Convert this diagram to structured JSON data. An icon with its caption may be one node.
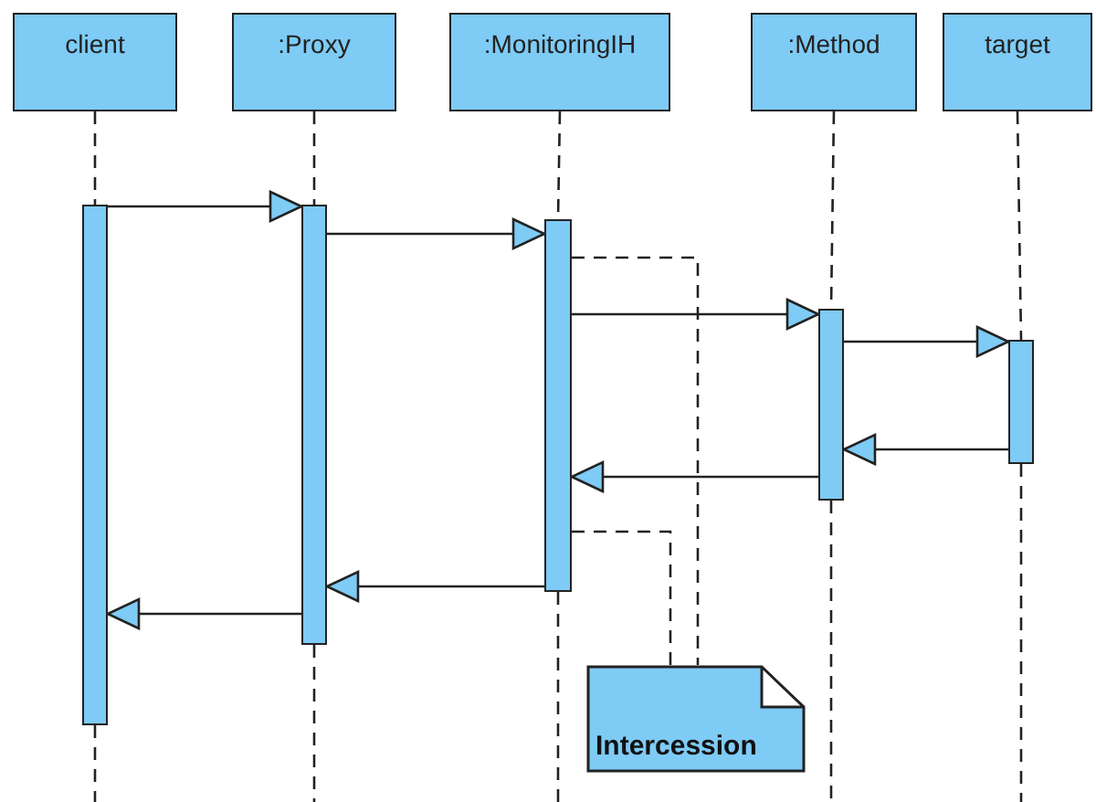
{
  "diagram": {
    "nodes": [
      {
        "text": [
          "client"
        ]
      },
      {
        "text": [
          ":Proxy"
        ]
      },
      {
        "text": [
          ":MonitoringIH"
        ]
      },
      {
        "text": [
          ":Method"
        ]
      },
      {
        "text": [
          "target"
        ]
      },
      {
        "text": [],
        "shape": "bar"
      },
      {
        "text": [],
        "shape": "bar"
      },
      {
        "text": [],
        "shape": "bar"
      },
      {
        "text": [],
        "shape": "bar"
      },
      {
        "text": [],
        "shape": "bar"
      },
      {
        "text": [
          "Intercession"
        ]
      }
    ],
    "edges": [
      {
        "from": 0,
        "to": 5,
        "arrow": "none",
        "style": "dashed"
      },
      {
        "from": 1,
        "to": 6,
        "arrow": "none",
        "style": "dashed"
      },
      {
        "from": 2,
        "to": 7,
        "arrow": "none",
        "style": "dashed"
      },
      {
        "from": 3,
        "to": 8,
        "arrow": "none",
        "style": "dashed"
      },
      {
        "from": 4,
        "to": 9,
        "arrow": "none",
        "style": "dashed"
      },
      {
        "from": 5,
        "to": 6,
        "arrow": "to"
      },
      {
        "from": 6,
        "to": 7,
        "arrow": "to"
      },
      {
        "from": 7,
        "to": 8,
        "arrow": "to"
      },
      {
        "from": 8,
        "to": 9,
        "arrow": "to"
      },
      {
        "from": 9,
        "to": 8,
        "arrow": "to"
      },
      {
        "from": 8,
        "to": 7,
        "arrow": "to"
      },
      {
        "from": 7,
        "to": 6,
        "arrow": "to"
      },
      {
        "from": 6,
        "to": 5,
        "arrow": "to"
      },
      {
        "from": 7,
        "to": 10,
        "arrow": "none",
        "style": "dashed"
      },
      {
        "from": 7,
        "to": 10,
        "arrow": "none",
        "style": "dashed"
      }
    ]
  }
}
